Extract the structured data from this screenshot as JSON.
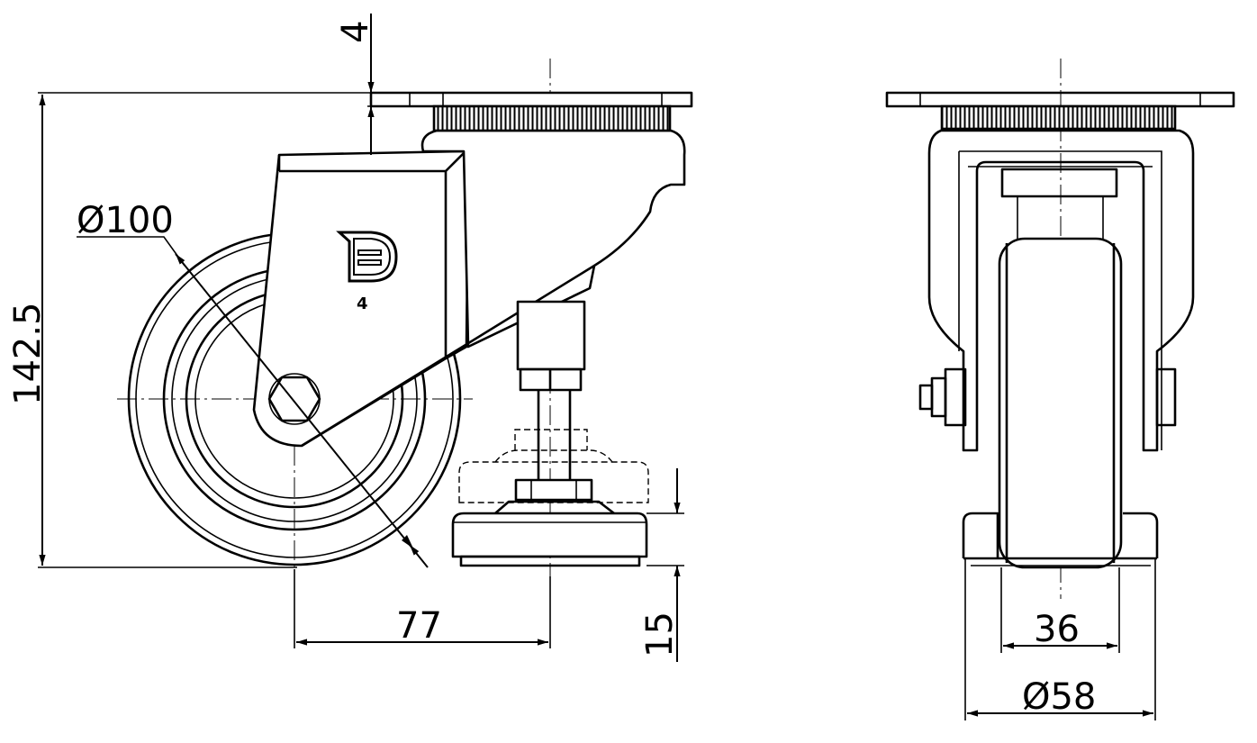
{
  "drawing": {
    "side_view": {
      "dim_plate_offset": "4",
      "dim_wheel_diameter": "Ø100",
      "dim_total_height": "142.5",
      "dim_offset": "77",
      "dim_foot_height": "15",
      "logo_label": "4"
    },
    "front_view": {
      "dim_wheel_width": "36",
      "dim_foot_diameter": "Ø58"
    }
  }
}
